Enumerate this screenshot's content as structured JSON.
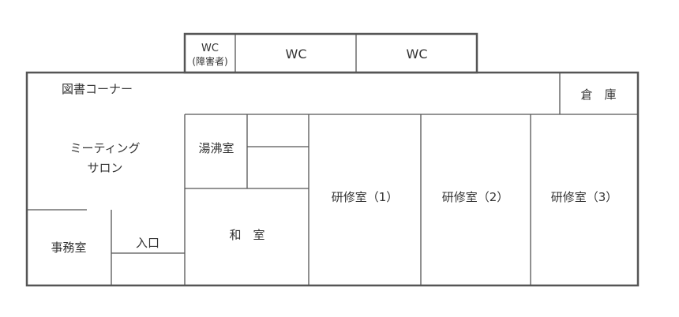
{
  "colors": {
    "wall": "#555555",
    "text": "#333333",
    "background": "#ffffff"
  },
  "rooms": {
    "wc_accessible": {
      "line1": "WC",
      "line2": "(障害者)"
    },
    "wc_1": "WC",
    "wc_2": "WC",
    "library_corner": "図書コーナー",
    "storage": "倉　庫",
    "meeting_salon": {
      "line1": "ミーティング",
      "line2": "サロン"
    },
    "kitchenette": "湯沸室",
    "training_room_1": "研修室（1）",
    "training_room_2": "研修室（2）",
    "training_room_3": "研修室（3）",
    "tatami_room": "和　室",
    "office": "事務室",
    "entrance": "入口"
  }
}
